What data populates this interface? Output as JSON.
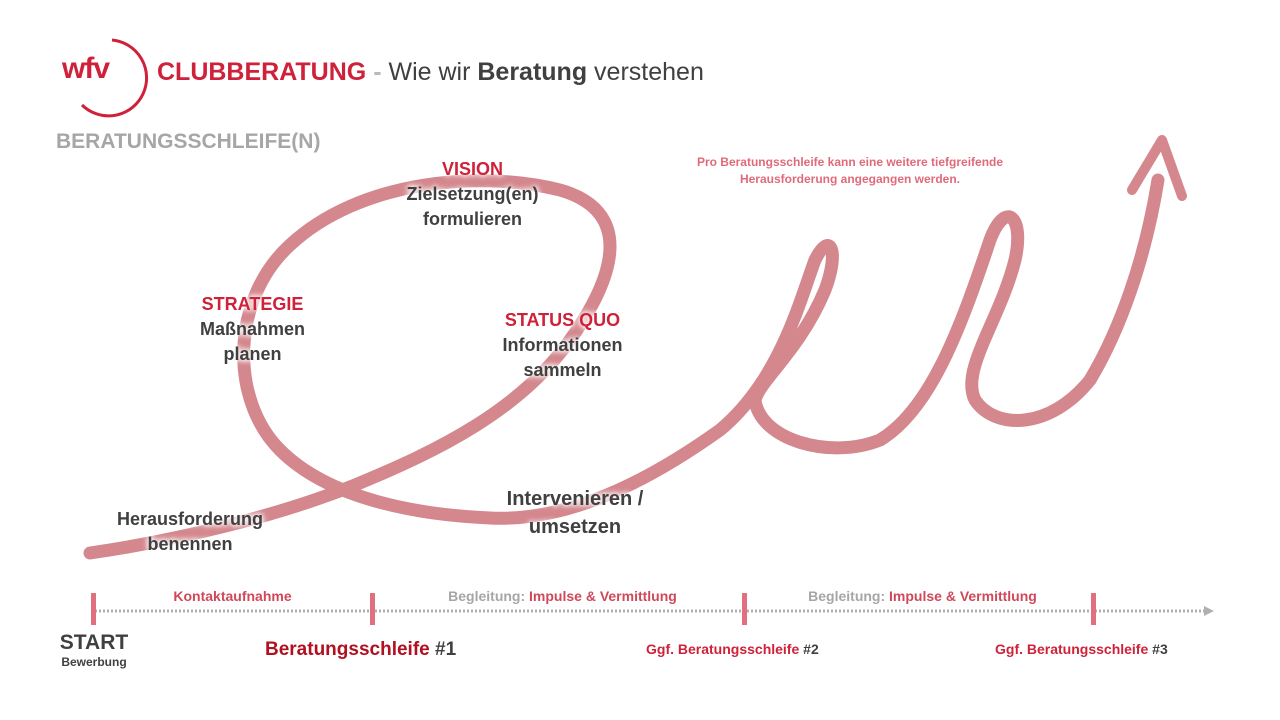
{
  "header": {
    "logo_text": "wfv",
    "title_brand": "CLUBBERATUNG",
    "title_sep": "-",
    "title_pre": "Wie wir ",
    "title_bold": "Beratung",
    "title_post": " verstehen",
    "subtitle": "BERATUNGSSCHLEIFE(N)"
  },
  "colors": {
    "accent": "#cf2139",
    "loop": "#d4878d",
    "text": "#404040",
    "muted": "#a6a6a6"
  },
  "note": {
    "line1": "Pro Beratungsschleife kann eine weitere tiefgreifende",
    "line2": "Herausforderung angegangen werden."
  },
  "steps": {
    "challenge": {
      "line1": "Herausforderung",
      "line2": "benennen"
    },
    "status": {
      "title": "STATUS QUO",
      "line1": "Informationen",
      "line2": "sammeln"
    },
    "vision": {
      "title": "VISION",
      "line1": "Zielsetzung(en)",
      "line2": "formulieren"
    },
    "strategy": {
      "title": "STRATEGIE",
      "line1": "Maßnahmen",
      "line2": "planen"
    },
    "intervene": {
      "line1": "Intervenieren /",
      "line2": "umsetzen"
    }
  },
  "timeline": {
    "phases": [
      {
        "prefix": "",
        "label": "Kontaktaufnahme"
      },
      {
        "prefix": "Begleitung: ",
        "label": "Impulse & Vermittlung"
      },
      {
        "prefix": "Begleitung: ",
        "label": "Impulse & Vermittlung"
      }
    ],
    "start": {
      "title": "START",
      "sub": "Bewerbung"
    },
    "milestones": [
      {
        "label": "Beratungsschleife",
        "num": " #1"
      },
      {
        "label": "Ggf. Beratungsschleife",
        "num": " #2"
      },
      {
        "label": "Ggf. Beratungsschleife",
        "num": " #3"
      }
    ]
  }
}
